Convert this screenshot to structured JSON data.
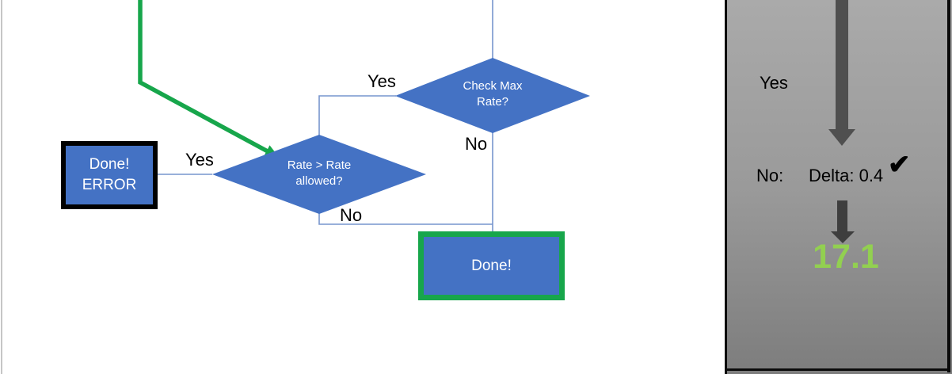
{
  "colors": {
    "shape_blue": "#4472C4",
    "flow_green": "#17A64B",
    "result_green": "#92D050",
    "arrow_dark_gray": "#4f4f4f",
    "panel_gray": "#9a9a9a",
    "connector_blue": "#7795cd"
  },
  "flowchart": {
    "decision_check_max_rate": {
      "label": "Check Max\nRate?"
    },
    "decision_rate_allowed": {
      "label": "Rate > Rate\nallowed?"
    },
    "done_error_box": {
      "label": "Done!\nERROR"
    },
    "done_box": {
      "label": "Done!"
    },
    "labels": {
      "yes_top": "Yes",
      "no_top": "No",
      "yes_left": "Yes",
      "no_bottom": "No"
    }
  },
  "panel": {
    "yes_label": "Yes",
    "no_label": "No:",
    "delta_value": "Delta: 0.4",
    "checkmark_icon": "✔",
    "result_value": "17.1"
  }
}
